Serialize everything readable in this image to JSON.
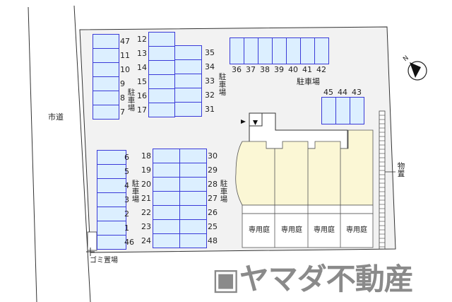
{
  "labels": {
    "road": "市道",
    "parking": "駐車場",
    "garbage": "ゴミ置場",
    "storage": "物置",
    "private_garden": "専用庭",
    "north": "N",
    "watermark": "ヤマダ不動産"
  },
  "parking_groups": [
    {
      "name": "upper-left-column",
      "spaces": [
        "47",
        "11",
        "10",
        "9",
        "8",
        "7"
      ]
    },
    {
      "name": "upper-middle-left-column",
      "spaces": [
        "12",
        "13",
        "14",
        "15",
        "16",
        "17"
      ]
    },
    {
      "name": "upper-middle-right-column",
      "spaces": [
        "35",
        "34",
        "33",
        "32",
        "31"
      ]
    },
    {
      "name": "top-row",
      "spaces": [
        "36",
        "37",
        "38",
        "39",
        "40",
        "41",
        "42"
      ]
    },
    {
      "name": "right-row",
      "spaces": [
        "45",
        "44",
        "43"
      ]
    },
    {
      "name": "lower-left-column",
      "spaces": [
        "6",
        "5",
        "4",
        "3",
        "2",
        "1",
        "46"
      ]
    },
    {
      "name": "lower-middle-left-column",
      "spaces": [
        "18",
        "19",
        "20",
        "21",
        "22",
        "23",
        "24"
      ]
    },
    {
      "name": "lower-middle-right-column",
      "spaces": [
        "30",
        "29",
        "28",
        "27",
        "26",
        "25",
        "48"
      ]
    }
  ],
  "gardens": [
    "専用庭",
    "専用庭",
    "専用庭",
    "専用庭"
  ],
  "colors": {
    "space_fill": "#dcefff",
    "space_border": "#3a3ad8",
    "building": "#fbf7d5",
    "lot": "#f2f2f2"
  }
}
